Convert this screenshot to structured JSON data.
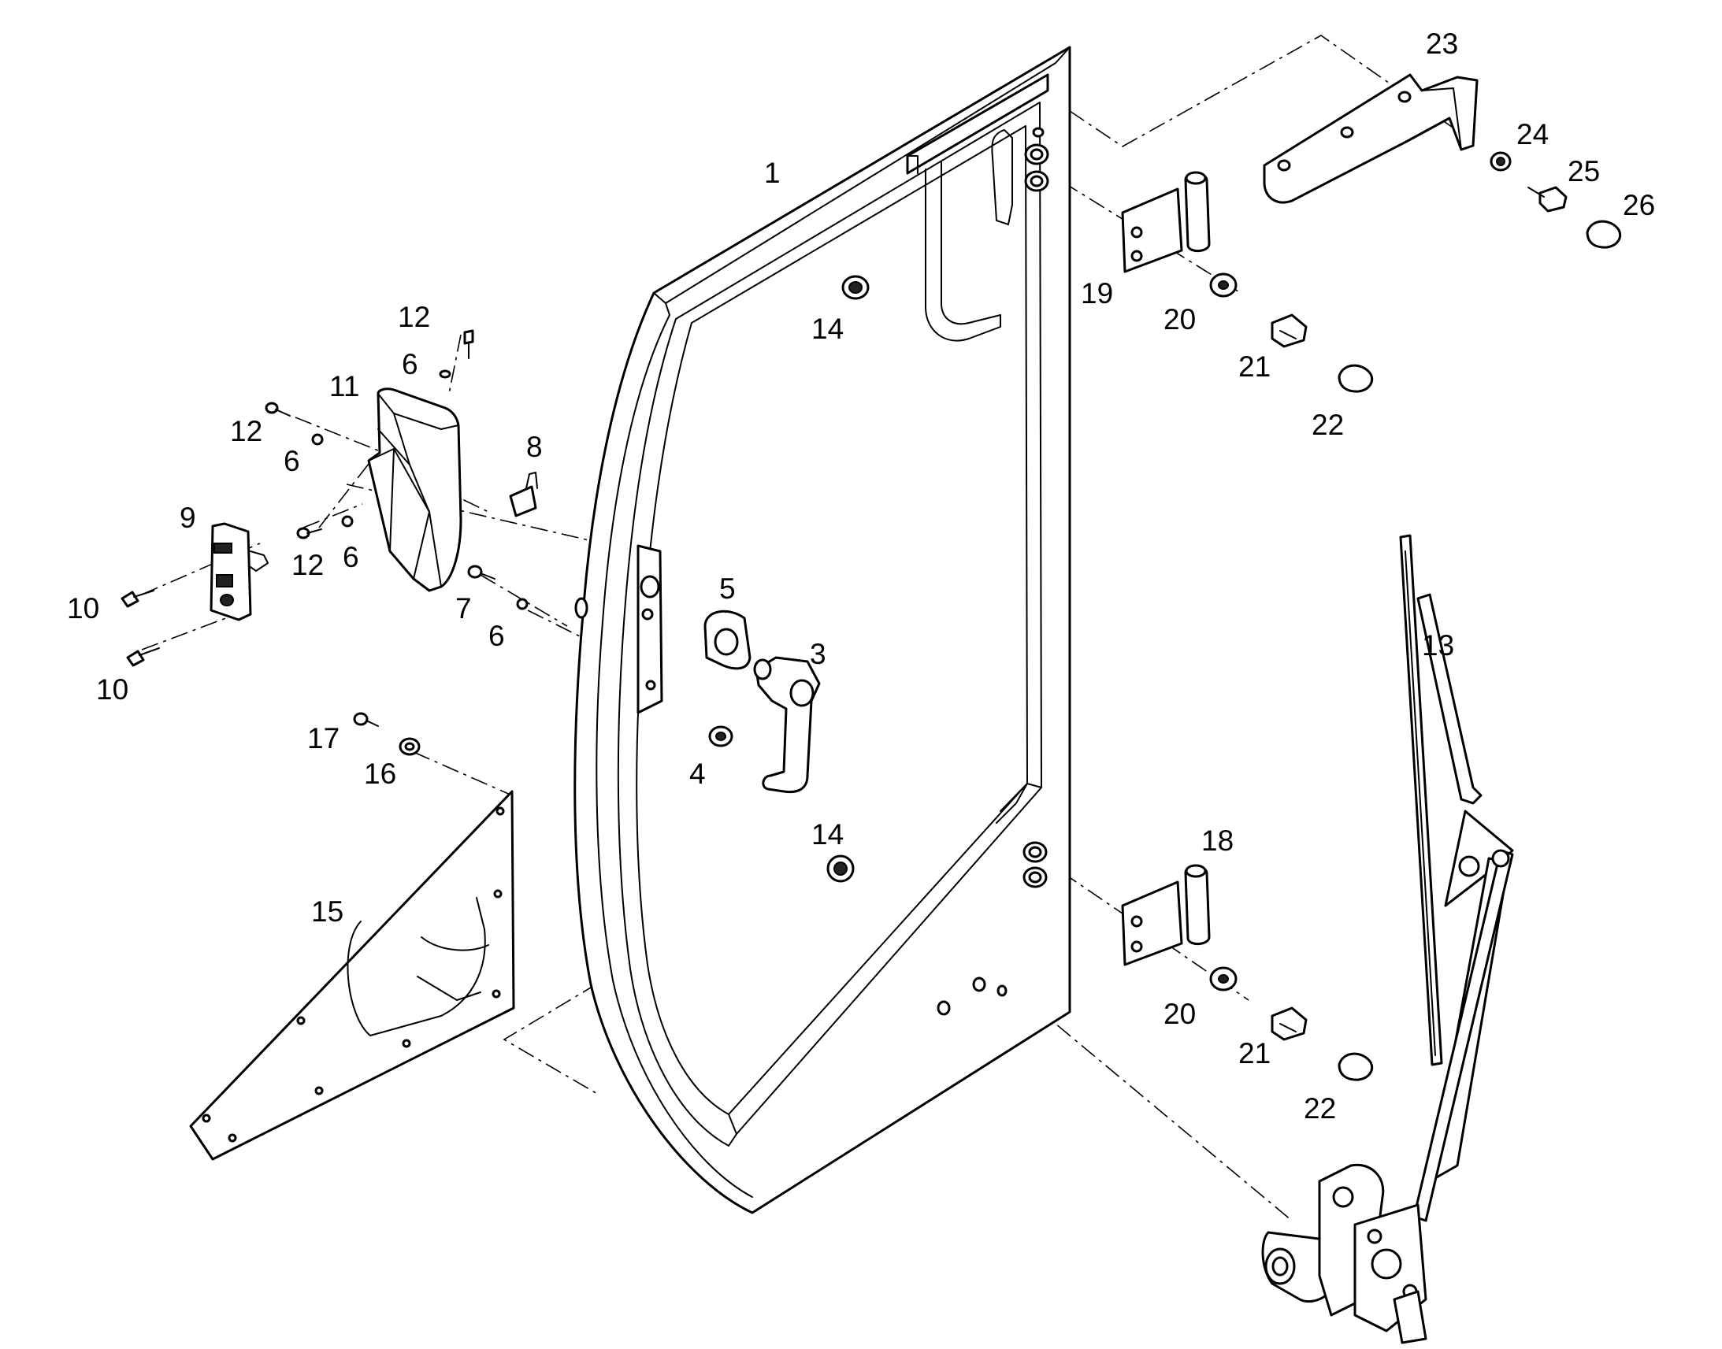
{
  "diagram": {
    "type": "exploded-parts-view",
    "callouts": [
      {
        "id": "c1",
        "text": "1"
      },
      {
        "id": "c3",
        "text": "3"
      },
      {
        "id": "c4",
        "text": "4"
      },
      {
        "id": "c5",
        "text": "5"
      },
      {
        "id": "c6a",
        "text": "6"
      },
      {
        "id": "c6b",
        "text": "6"
      },
      {
        "id": "c6c",
        "text": "6"
      },
      {
        "id": "c6d",
        "text": "6"
      },
      {
        "id": "c7",
        "text": "7"
      },
      {
        "id": "c8",
        "text": "8"
      },
      {
        "id": "c9",
        "text": "9"
      },
      {
        "id": "c10a",
        "text": "10"
      },
      {
        "id": "c10b",
        "text": "10"
      },
      {
        "id": "c11",
        "text": "11"
      },
      {
        "id": "c12a",
        "text": "12"
      },
      {
        "id": "c12b",
        "text": "12"
      },
      {
        "id": "c12c",
        "text": "12"
      },
      {
        "id": "c13",
        "text": "13"
      },
      {
        "id": "c14a",
        "text": "14"
      },
      {
        "id": "c14b",
        "text": "14"
      },
      {
        "id": "c15",
        "text": "15"
      },
      {
        "id": "c16",
        "text": "16"
      },
      {
        "id": "c17",
        "text": "17"
      },
      {
        "id": "c18",
        "text": "18"
      },
      {
        "id": "c19",
        "text": "19"
      },
      {
        "id": "c20a",
        "text": "20"
      },
      {
        "id": "c20b",
        "text": "20"
      },
      {
        "id": "c21a",
        "text": "21"
      },
      {
        "id": "c21b",
        "text": "21"
      },
      {
        "id": "c22a",
        "text": "22"
      },
      {
        "id": "c22b",
        "text": "22"
      },
      {
        "id": "c23",
        "text": "23"
      },
      {
        "id": "c24",
        "text": "24"
      },
      {
        "id": "c25",
        "text": "25"
      },
      {
        "id": "c26",
        "text": "26"
      }
    ]
  }
}
